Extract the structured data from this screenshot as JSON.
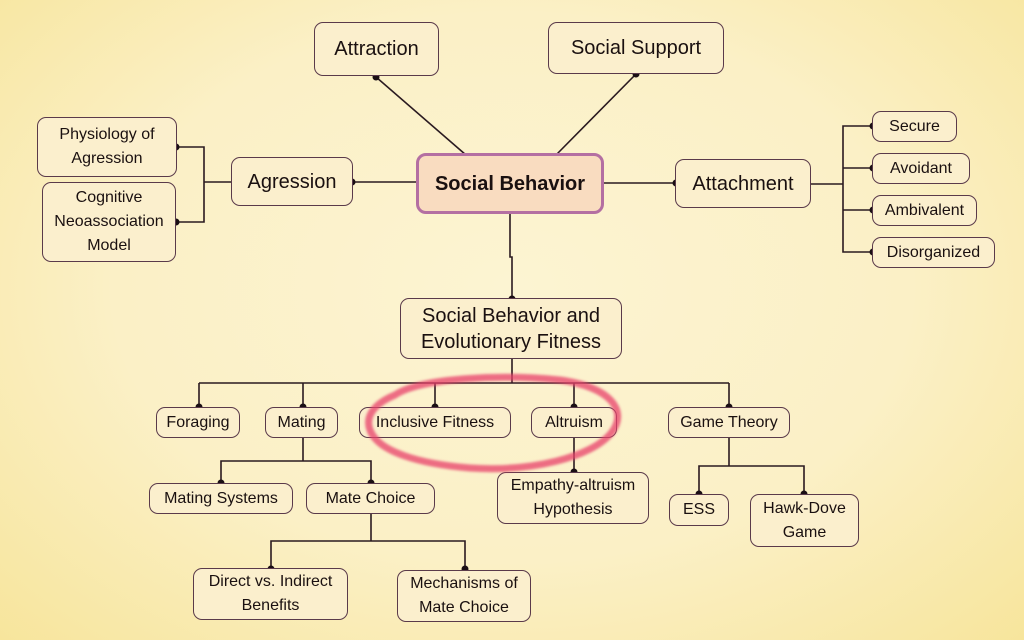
{
  "diagram": {
    "title": "Social Behavior",
    "highlight_color": "#e8406a",
    "nodes": {
      "root": "Social Behavior",
      "attraction": "Attraction",
      "social_support": "Social Support",
      "agression": "Agression",
      "physiology": "Physiology of\nAgression",
      "cognitive": "Cognitive\nNeoassociation\nModel",
      "attachment": "Attachment",
      "secure": "Secure",
      "avoidant": "Avoidant",
      "ambivalent": "Ambivalent",
      "disorganized": "Disorganized",
      "evolution": "Social Behavior and\nEvolutionary Fitness",
      "foraging": "Foraging",
      "mating": "Mating",
      "inclusive_fitness": "Inclusive Fitness",
      "altruism": "Altruism",
      "game_theory": "Game Theory",
      "mating_systems": "Mating Systems",
      "mate_choice": "Mate Choice",
      "empathy": "Empathy-altruism\nHypothesis",
      "ess": "ESS",
      "hawk_dove": "Hawk-Dove\nGame",
      "direct_indirect": "Direct vs. Indirect\nBenefits",
      "mechanisms": "Mechanisms of\nMate Choice"
    },
    "annotation": "red circle around Inclusive Fitness and Altruism"
  }
}
